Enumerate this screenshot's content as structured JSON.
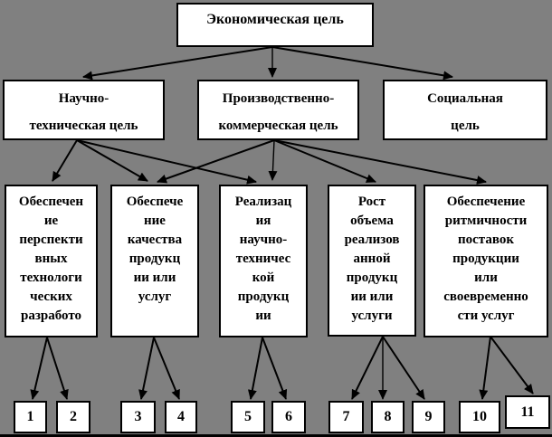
{
  "colors": {
    "background": "#808080",
    "box_fill": "#ffffff",
    "box_border": "#000000",
    "arrow": "#000000",
    "text": "#000000"
  },
  "diagram": {
    "root": {
      "label": "Экономическая цель"
    },
    "level2": [
      {
        "label": "Научно-\nтехническая цель"
      },
      {
        "label": "Производственно-\nкоммерческая цель"
      },
      {
        "label": "Социальная\nцель"
      }
    ],
    "level3": [
      {
        "label": "Обеспечен\nие\nперспекти\nвных\nтехнологи\nческих\nразработо"
      },
      {
        "label": "Обеспече\nние\nкачества\nпродукц\nии или\nуслуг"
      },
      {
        "label": "Реализац\nия\nнаучно-\nтехничес\nкой\nпродукц\nии"
      },
      {
        "label": "Рост\nобъема\nреализов\nанной\nпродукц\nии или\nуслуги"
      },
      {
        "label": "Обеспечение\nритмичности\nпоставок\nпродукции\nили\nсвоевременно\nсти услуг"
      }
    ],
    "leaves": [
      {
        "label": "1"
      },
      {
        "label": "2"
      },
      {
        "label": "3"
      },
      {
        "label": "4"
      },
      {
        "label": "5"
      },
      {
        "label": "6"
      },
      {
        "label": "7"
      },
      {
        "label": "8"
      },
      {
        "label": "9"
      },
      {
        "label": "10"
      },
      {
        "label": "11"
      }
    ]
  }
}
